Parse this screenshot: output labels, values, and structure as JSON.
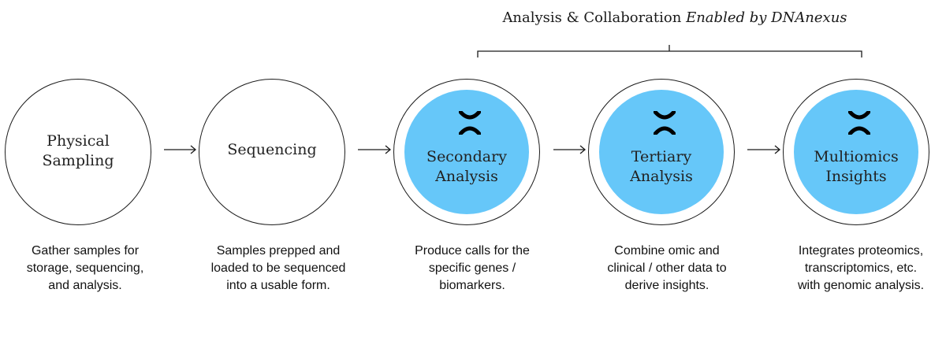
{
  "header": {
    "prefix": "Analysis & Collaboration ",
    "emphasis": "Enabled by DNAnexus"
  },
  "colors": {
    "accent": "#66c7f9",
    "stroke": "#1a1a1a"
  },
  "steps": [
    {
      "title_lines": [
        "Physical",
        "Sampling"
      ],
      "description_lines": [
        "Gather samples for",
        "storage, sequencing,",
        "and analysis."
      ],
      "highlighted": false
    },
    {
      "title_lines": [
        "Sequencing"
      ],
      "description_lines": [
        "Samples prepped and",
        "loaded to be sequenced",
        "into a usable form."
      ],
      "highlighted": false
    },
    {
      "title_lines": [
        "Secondary",
        "Analysis"
      ],
      "description_lines": [
        "Produce calls for the",
        "specific genes /",
        "biomarkers."
      ],
      "highlighted": true,
      "icon": "chromosome-icon"
    },
    {
      "title_lines": [
        "Tertiary",
        "Analysis"
      ],
      "description_lines": [
        "Combine omic and",
        "clinical / other data to",
        "derive insights."
      ],
      "highlighted": true,
      "icon": "chromosome-icon"
    },
    {
      "title_lines": [
        "Multiomics",
        "Insights"
      ],
      "description_lines": [
        "Integrates proteomics,",
        "transcriptomics, etc.",
        "with genomic analysis."
      ],
      "highlighted": true,
      "icon": "chromosome-icon"
    }
  ]
}
